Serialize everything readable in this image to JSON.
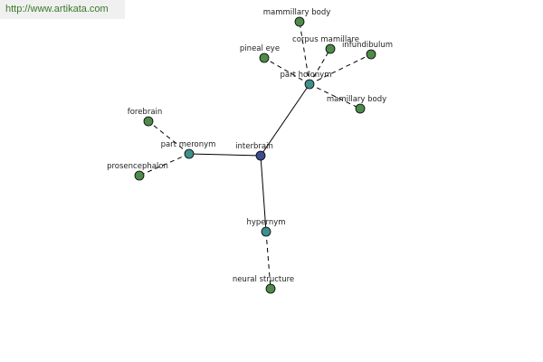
{
  "watermark": {
    "url": "http://www.artikata.com"
  },
  "graph": {
    "colors": {
      "center": "#3c4c8c",
      "relation": "#3f8f8a",
      "leaf": "#4f8a4a"
    },
    "nodes": {
      "center": "interbrain",
      "meronym": "part meronym",
      "holonym": "part holonym",
      "hypernym": "hypernym",
      "forebrain": "forebrain",
      "prosencephalon": "prosencephalon",
      "pineal_eye": "pineal eye",
      "mammillary_body_top": "mammillary body",
      "corpus_mamillare": "corpus mamillare",
      "infundibulum": "infundibulum",
      "mamillary_body": "mamillary body",
      "neural_structure": "neural structure"
    }
  }
}
